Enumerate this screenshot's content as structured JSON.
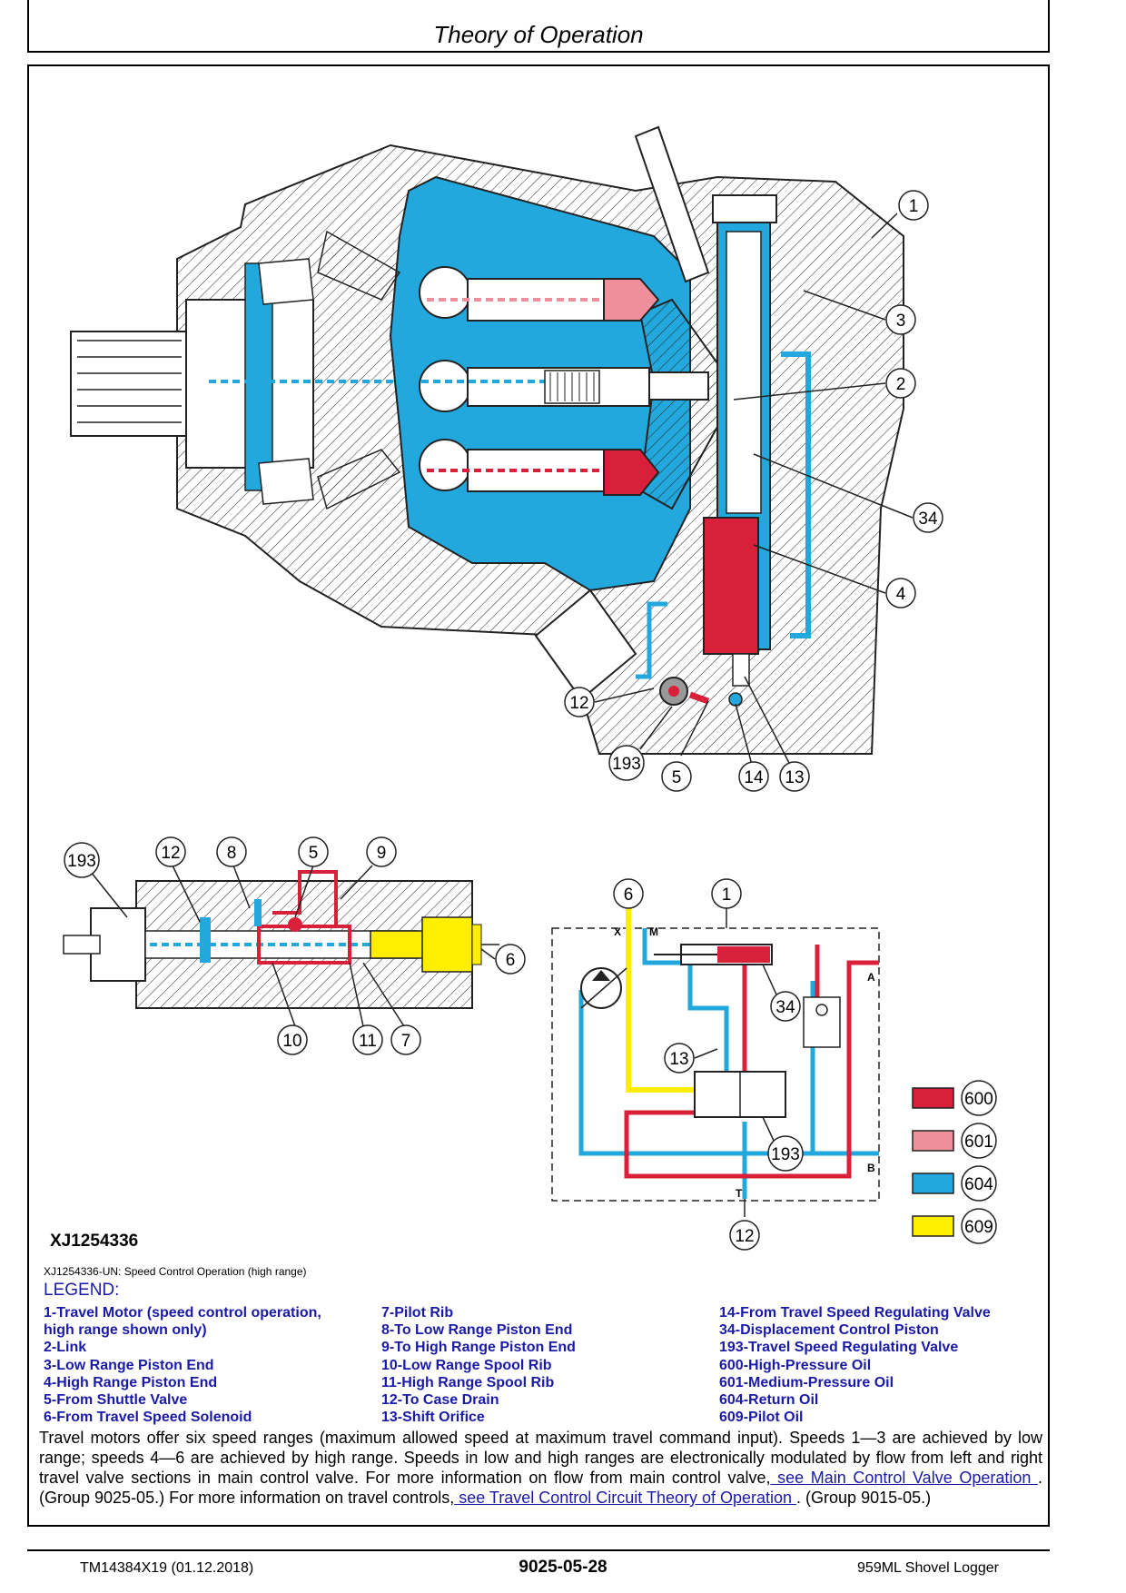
{
  "header": {
    "title": "Theory of Operation"
  },
  "figure": {
    "id": "XJ1254336",
    "caption": "XJ1254336-UN: Speed Control Operation (high range)",
    "callouts_top": [
      "1",
      "3",
      "2",
      "34",
      "4",
      "12",
      "193",
      "5",
      "14",
      "13"
    ],
    "callouts_left": [
      "193",
      "12",
      "8",
      "5",
      "9",
      "6",
      "10",
      "11",
      "7"
    ],
    "callouts_schematic": [
      "6",
      "1",
      "34",
      "13",
      "193",
      "12"
    ],
    "port_labels": {
      "x": "X",
      "m": "M",
      "a": "A",
      "b": "B",
      "t": "T"
    },
    "color_key": [
      {
        "code": "600",
        "color": "#d8203a"
      },
      {
        "code": "601",
        "color": "#ef8f9c"
      },
      {
        "code": "604",
        "color": "#22a8dc"
      },
      {
        "code": "609",
        "color": "#ffee00"
      }
    ]
  },
  "legend": {
    "title": "LEGEND:",
    "col1": [
      "1-Travel Motor (speed control operation,",
      "high range shown only)",
      "2-Link",
      "3-Low Range Piston End",
      "4-High Range Piston End",
      "5-From Shuttle Valve",
      "6-From Travel Speed Solenoid"
    ],
    "col2": [
      "7-Pilot Rib",
      "8-To Low Range Piston End",
      "9-To High Range Piston End",
      "10-Low Range Spool Rib",
      "11-High Range Spool Rib",
      "12-To Case Drain",
      "13-Shift Orifice"
    ],
    "col3": [
      "14-From Travel Speed Regulating Valve",
      "34-Displacement Control Piston",
      "193-Travel Speed Regulating Valve",
      "600-High-Pressure Oil",
      "601-Medium-Pressure Oil",
      "604-Return Oil",
      "609-Pilot Oil"
    ]
  },
  "description": {
    "part1": "Travel motors offer six speed ranges (maximum allowed speed at maximum travel command input). Speeds 1—3 are achieved by low range; speeds 4—6 are achieved by high range. Speeds in low and high ranges are electronically modulated by flow from left and right travel valve sections in main control valve. For more information on flow from main control valve,",
    "link1": " see Main Control Valve Operation ",
    "part2": ". (Group 9025-05.) For more information on travel controls,",
    "link2": " see Travel Control Circuit Theory of Operation ",
    "part3": ". (Group 9015-05.)"
  },
  "footer": {
    "left": "TM14384X19 (01.12.2018)",
    "center": "9025-05-28",
    "right": "959ML Shovel Logger"
  }
}
